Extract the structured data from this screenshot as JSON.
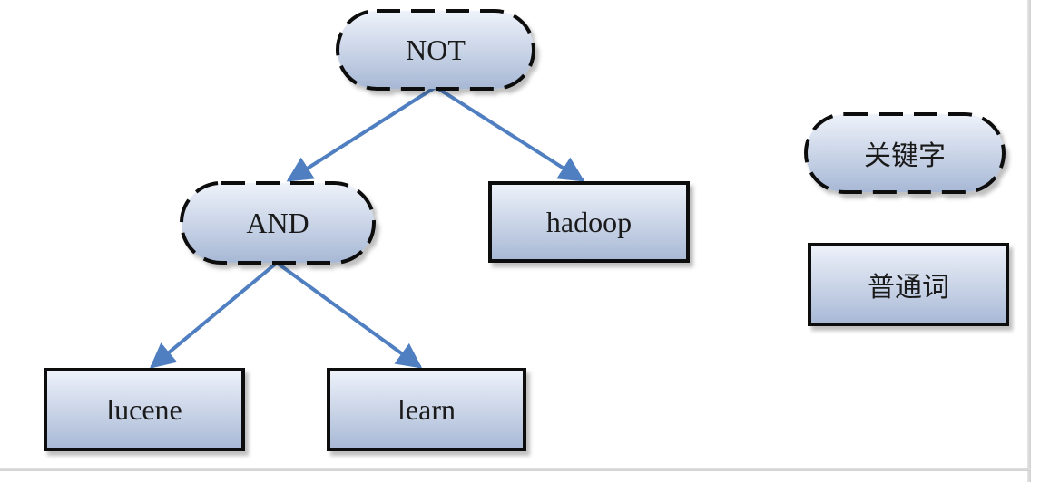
{
  "diagram": {
    "nodes": {
      "not": {
        "label": "NOT",
        "kind": "keyword"
      },
      "and": {
        "label": "AND",
        "kind": "keyword"
      },
      "hadoop": {
        "label": "hadoop",
        "kind": "term"
      },
      "lucene": {
        "label": "lucene",
        "kind": "term"
      },
      "learn": {
        "label": "learn",
        "kind": "term"
      }
    },
    "edges": [
      {
        "from": "not",
        "to": "and"
      },
      {
        "from": "not",
        "to": "hadoop"
      },
      {
        "from": "and",
        "to": "lucene"
      },
      {
        "from": "and",
        "to": "learn"
      }
    ]
  },
  "legend": {
    "keyword_label": "关键字",
    "term_label": "普通词"
  },
  "colors": {
    "node_fill_light": "#e9eef8",
    "node_fill_dark": "#a9bad6",
    "edge": "#4f7fc0",
    "outline": "#111111"
  }
}
